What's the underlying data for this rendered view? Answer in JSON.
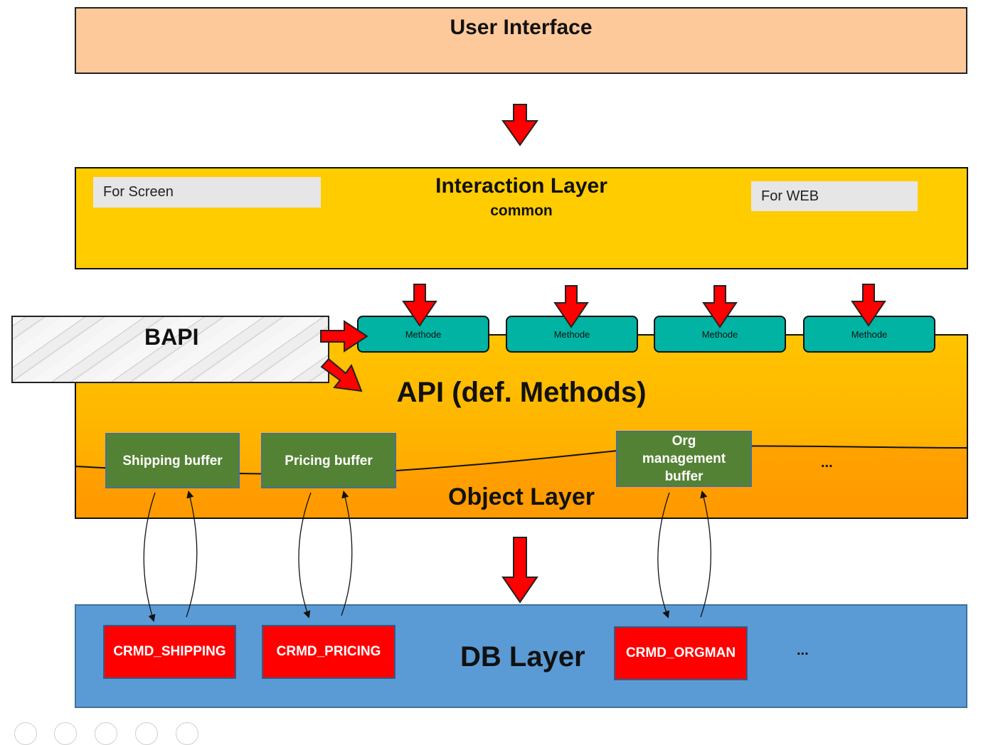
{
  "diagram": {
    "user_interface": {
      "title": "User Interface"
    },
    "interaction_layer": {
      "title": "Interaction Layer",
      "subtitle": "common",
      "left_box": "For Screen",
      "right_box": "For WEB"
    },
    "bapi": {
      "label": "BAPI"
    },
    "methods": [
      "Methode",
      "Methode",
      "Methode",
      "Methode"
    ],
    "object_layer": {
      "api_title": "API (def. Methods)",
      "title": "Object Layer",
      "buffers": [
        "Shipping buffer",
        "Pricing buffer",
        "Org management buffer"
      ],
      "more": "..."
    },
    "db_layer": {
      "title": "DB Layer",
      "tables": [
        "CRMD_SHIPPING",
        "CRMD_PRICING",
        "CRMD_ORGMAN"
      ],
      "more": "..."
    },
    "colors": {
      "user_interface": "#fdc99a",
      "interaction_layer": "#ffcc00",
      "object_layer_top": "#ffc400",
      "object_layer_bottom": "#ff9d00",
      "method": "#00b3a3",
      "buffer": "#548235",
      "db_layer": "#5b9bd5",
      "db_table": "#ff0000",
      "arrow": "#ff0000"
    }
  }
}
